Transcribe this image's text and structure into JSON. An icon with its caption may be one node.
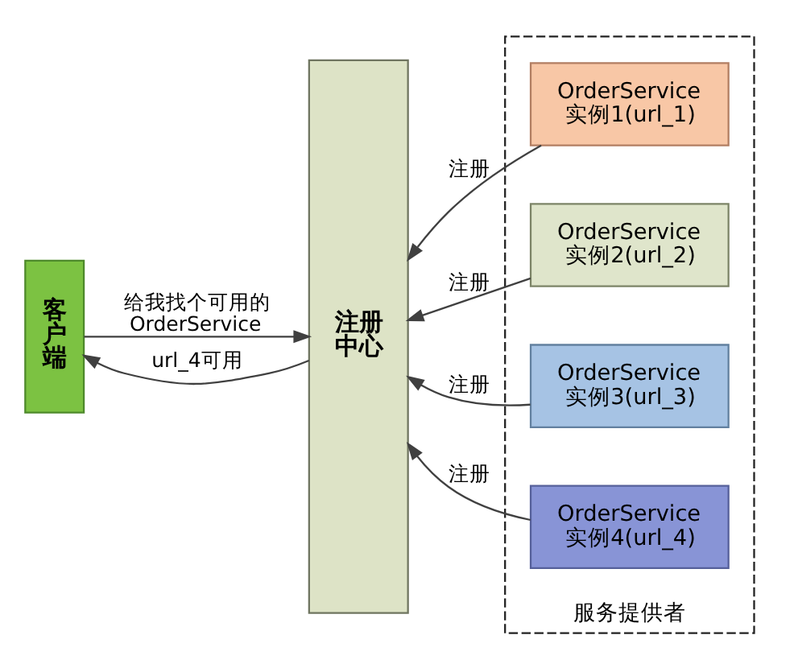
{
  "diagram": {
    "nodes": [
      {
        "text": [
          "客户端"
        ]
      },
      {
        "text": [
          "注册中心"
        ]
      },
      {
        "text": [
          "服务提供者"
        ]
      },
      {
        "text": [
          "OrderService 实例1(url_1)"
        ],
        "in": 2
      },
      {
        "text": [
          "OrderService 实例2(url_2)"
        ],
        "in": 2
      },
      {
        "text": [
          "OrderService 实例3(url_3)"
        ],
        "in": 2
      },
      {
        "text": [
          "OrderService 实例4(url_4)"
        ],
        "in": 2
      }
    ],
    "edges": [
      {
        "from": 0,
        "to": 1,
        "arrow": "to",
        "label": "给我找个可用的 OrderService"
      },
      {
        "from": 1,
        "to": 0,
        "arrow": "to",
        "label": "url_4可用"
      },
      {
        "from": 3,
        "to": 1,
        "arrow": "to",
        "label": "注册"
      },
      {
        "from": 4,
        "to": 1,
        "arrow": "to",
        "label": "注册"
      },
      {
        "from": 5,
        "to": 1,
        "arrow": "to",
        "label": "注册"
      },
      {
        "from": 6,
        "to": 1,
        "arrow": "to",
        "label": "注册"
      }
    ]
  }
}
